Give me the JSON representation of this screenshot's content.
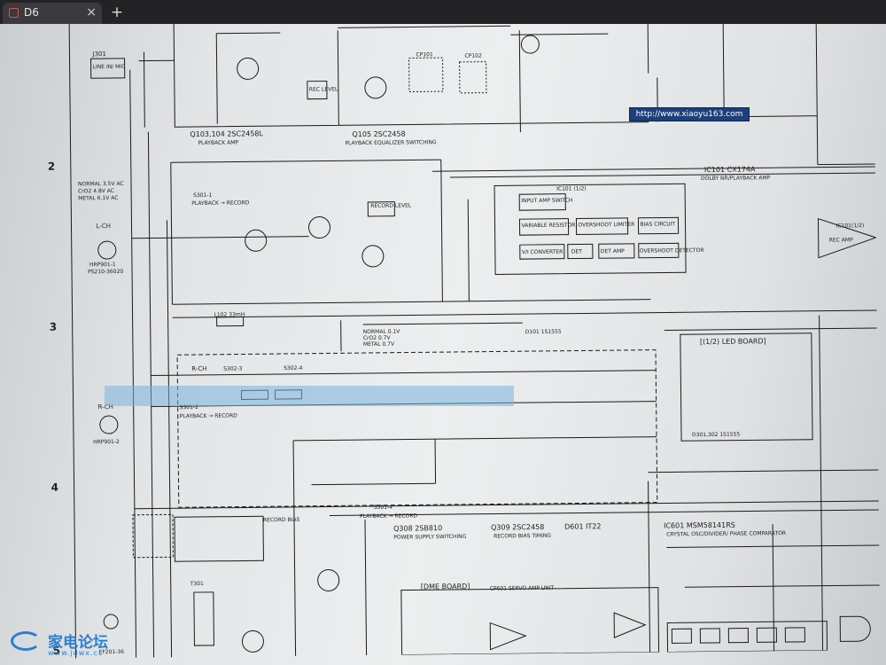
{
  "tab": {
    "title": "D6",
    "favicon": "document-icon"
  },
  "window": {
    "close_glyph": "×",
    "new_tab_glyph": "+"
  },
  "url_badge": "http://www.xiaoyu163.com",
  "watermark": {
    "name": "家电论坛",
    "site": "www.jdwx.cc"
  },
  "coords": [
    "2",
    "3",
    "4",
    "5"
  ],
  "sections": {
    "q103": "Q103,104 2SC2458L",
    "q103_sub": "PLAYBACK AMP",
    "q105": "Q105 2SC2458",
    "q105_sub": "PLAYBACK EQUALIZER SWITCHING",
    "ic101": "IC101 CX174A",
    "ic101_sub": "DOLBY NR/PLAYBACK AMP",
    "ic101_half": "IC101 (1/2)",
    "led_board": "[(1/2) LED BOARD]",
    "d301": "D301,302 1S1555",
    "q308": "Q308 2SB810",
    "q308_sub": "POWER SUPPLY SWITCHING",
    "q309": "Q309 2SC2458",
    "q309_sub": "RECORD BIAS TIMING",
    "d601": "D601 IT22",
    "ic601": "IC601 MSM58141RS",
    "ic601_sub": "CRYSTAL OSC/DIVIDER/ PHASE COMPARATOR",
    "dme": "[DME BOARD]",
    "cp601": "CP601 SERVO AMP UNIT",
    "rch_box": "R-CH",
    "j301": "J301",
    "line_mic": "LINE IN/ MIC",
    "lch": "L-CH",
    "rch": "R-CH",
    "hrp_l": "HRP901-1",
    "ps210": "PS210-36020",
    "hrp_r": "HRP901-2",
    "s301_1": "S301-1",
    "pb_rec": "PLAYBACK → RECORD",
    "s301_2": "S301-2",
    "pb_rec2": "PLAYBACK → RECORD",
    "s301_4": "S301-4",
    "pb_rec3": "PLAYBACK → RECORD",
    "normal_block": "NORMAL 3.5V AC",
    "normal_block2": "CrO2 4.8V AC",
    "normal_block3": "METAL 6.1V AC",
    "normal_v": "NORMAL 0.1V",
    "normal_v2": "CrO2 0.7V",
    "normal_v3": "METAL 0.7V",
    "rec_bias": "RECORD BIAS",
    "input_amp": "INPUT AMP SWITCH",
    "var_res": "VARIABLE RESISTOR",
    "overshoot_lim": "OVERSHOOT LIMITER",
    "bias_ckt": "BIAS CIRCUIT",
    "vi_conv": "V/I CONVERTER",
    "det": "DET",
    "det_amp": "DET AMP",
    "overshoot_det": "OVERSHOOT DETECTOR",
    "rec_amp": "REC AMP",
    "ic101_2": "IC101(1/2)",
    "record_level": "RECORD LEVEL",
    "rec_level": "REC LEVEL",
    "cp101": "CP101",
    "cp102": "CP102",
    "d101": "D101 1S1555",
    "l102": "L102 33mH",
    "s302_3": "S302-3",
    "s302_4": "S302-4",
    "t301": "T301",
    "ef201": "EF201-36"
  }
}
